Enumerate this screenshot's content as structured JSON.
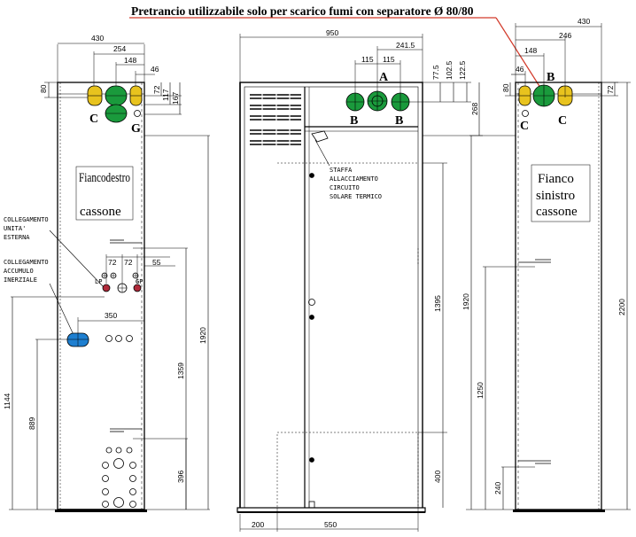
{
  "header": {
    "note": "Pretrancio utilizzabile solo per scarico fumi con separatore Ø 80/80"
  },
  "colors": {
    "green": "#1a9a3c",
    "yellow": "#e8c31e",
    "blue": "#1e7fd0",
    "red": "#b02a3a",
    "redline": "#d23a2a"
  },
  "right_side": {
    "title_line1": "Fiancodestro",
    "title_line2": "cassone",
    "dims": {
      "width": "430",
      "d254": "254",
      "d148": "148",
      "d46": "46",
      "d80": "80",
      "d72": "72",
      "d117": "117",
      "d167": "167",
      "d55": "55",
      "d72a": "72",
      "d72b": "72",
      "d350": "350",
      "h1920": "1920",
      "h1359": "1359",
      "h1144": "1144",
      "h889": "889",
      "h396": "396"
    },
    "letters": {
      "c": "C",
      "g": "G"
    },
    "labels": {
      "unita_1": "COLLEGAMENTO",
      "unita_2": "UNITA'",
      "unita_3": "ESTERNA",
      "accumulo_1": "COLLEGAMENTO",
      "accumulo_2": "ACCUMULO",
      "accumulo_3": "INERZIALE",
      "lp": "LP",
      "gp": "GP"
    }
  },
  "front": {
    "dims": {
      "width": "950",
      "d241": "241.5",
      "d115a": "115",
      "d115b": "115",
      "d77": "77.5",
      "d102": "102.5",
      "d122": "122.5",
      "d268": "268",
      "d1395": "1395",
      "d400": "400",
      "d200": "200",
      "d550": "550"
    },
    "letters": {
      "a": "A",
      "b1": "B",
      "b2": "B"
    },
    "staffa": [
      "STAFFA",
      "ALLACCIAMENTO",
      "CIRCUITO",
      "SOLARE TERMICO"
    ]
  },
  "left_side": {
    "title_line1": "Fianco",
    "title_line2": "sinistro",
    "title_line3": "cassone",
    "dims": {
      "width": "430",
      "d246": "246",
      "d148": "148",
      "d46": "46",
      "d80": "80",
      "d72": "72",
      "h1920": "1920",
      "h2200": "2200",
      "h1250": "1250",
      "h240": "240"
    },
    "letters": {
      "b": "B",
      "c1": "C",
      "c2": "C"
    }
  }
}
